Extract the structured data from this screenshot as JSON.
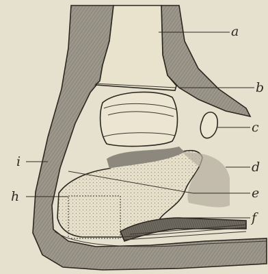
{
  "figure": {
    "labels": [
      {
        "id": "a",
        "text": "a"
      },
      {
        "id": "b",
        "text": "b"
      },
      {
        "id": "c",
        "text": "c"
      },
      {
        "id": "d",
        "text": "d"
      },
      {
        "id": "e",
        "text": "e"
      },
      {
        "id": "f",
        "text": "f"
      },
      {
        "id": "h",
        "text": "h"
      },
      {
        "id": "i",
        "text": "i"
      }
    ]
  }
}
